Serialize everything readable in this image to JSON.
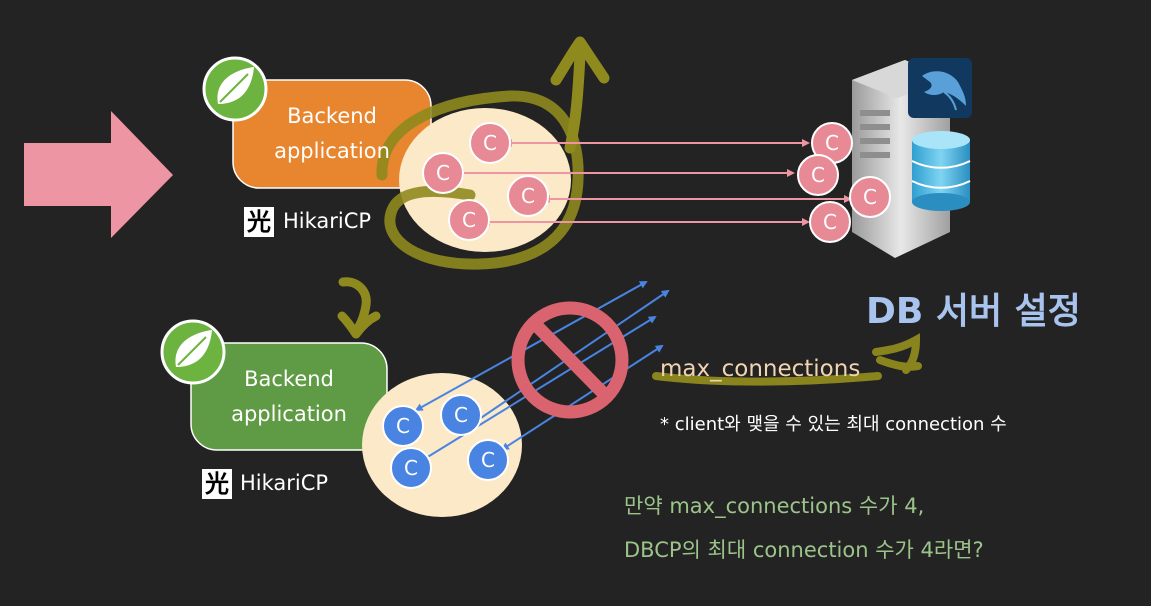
{
  "top_app": {
    "line1": "Backend",
    "line2": "application",
    "pool_label": "HikariCP",
    "pool_logo_char": "光",
    "color": "#e7862f"
  },
  "bottom_app": {
    "line1": "Backend",
    "line2": "application",
    "pool_label": "HikariCP",
    "pool_logo_char": "光",
    "color": "#5f9a45"
  },
  "connection_letter": "C",
  "colors": {
    "pink_connection": "#e88a96",
    "blue_connection": "#4a84e2",
    "pool_fill": "#fbe9c7",
    "arrow_pink": "#ee95a3",
    "no_sign": "#d9646f",
    "highlight": "#8f8a1e"
  },
  "db_settings": {
    "title": "DB 서버 설정",
    "param": "max_connections",
    "note": "* client와 맺을 수 있는 최대 connection 수"
  },
  "question": {
    "line1": "만약 max_connections 수가 4,",
    "line2": "DBCP의 최대 connection 수가 4라면?"
  },
  "icons": [
    "spring-leaf-icon",
    "hikaricp-logo-icon",
    "server-icon",
    "mysql-dolphin-icon",
    "database-icon",
    "no-entry-icon",
    "right-arrow-icon"
  ]
}
